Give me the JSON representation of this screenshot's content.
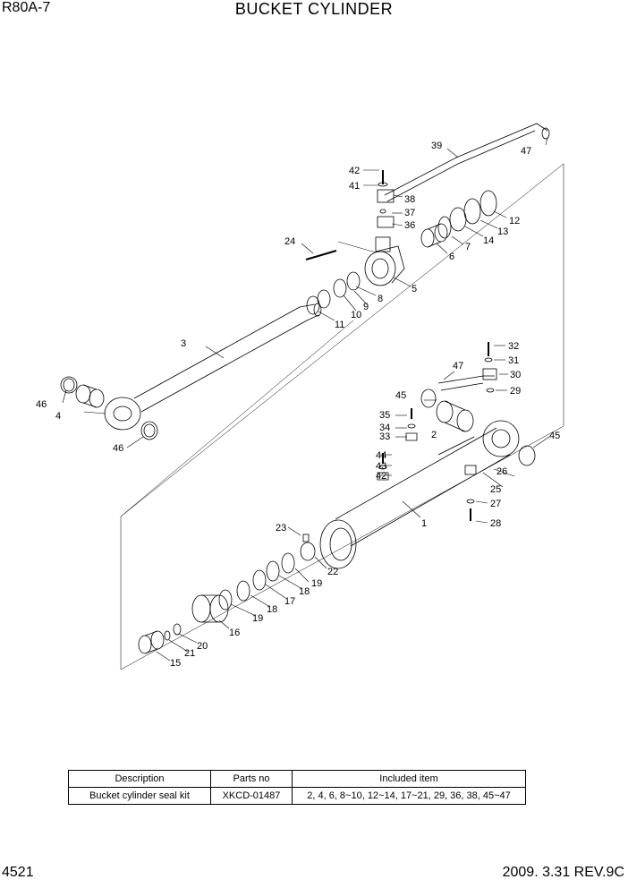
{
  "header": {
    "model": "R80A-7",
    "title": "BUCKET CYLINDER"
  },
  "footer": {
    "page_number": "4521",
    "date_rev": "2009. 3.31  REV.9C"
  },
  "callouts": [
    "1",
    "2",
    "3",
    "4",
    "5",
    "6",
    "7",
    "8",
    "9",
    "10",
    "11",
    "12",
    "13",
    "14",
    "15",
    "16",
    "17",
    "18",
    "19",
    "20",
    "21",
    "22",
    "23",
    "24",
    "25",
    "26",
    "27",
    "28",
    "29",
    "30",
    "31",
    "32",
    "33",
    "34",
    "35",
    "36",
    "37",
    "38",
    "39",
    "41",
    "42",
    "43",
    "44",
    "45",
    "46",
    "47"
  ],
  "callout_extra": {
    "19b": "19",
    "42b": "42",
    "46b": "46",
    "47b": "47"
  },
  "kit_table": {
    "headers": [
      "Description",
      "Parts no",
      "Included item"
    ],
    "rows": [
      [
        "Bucket cylinder seal kit",
        "XKCD-01487",
        "2, 4, 6, 8~10, 12~14, 17~21, 29, 36, 38, 45~47"
      ]
    ]
  }
}
